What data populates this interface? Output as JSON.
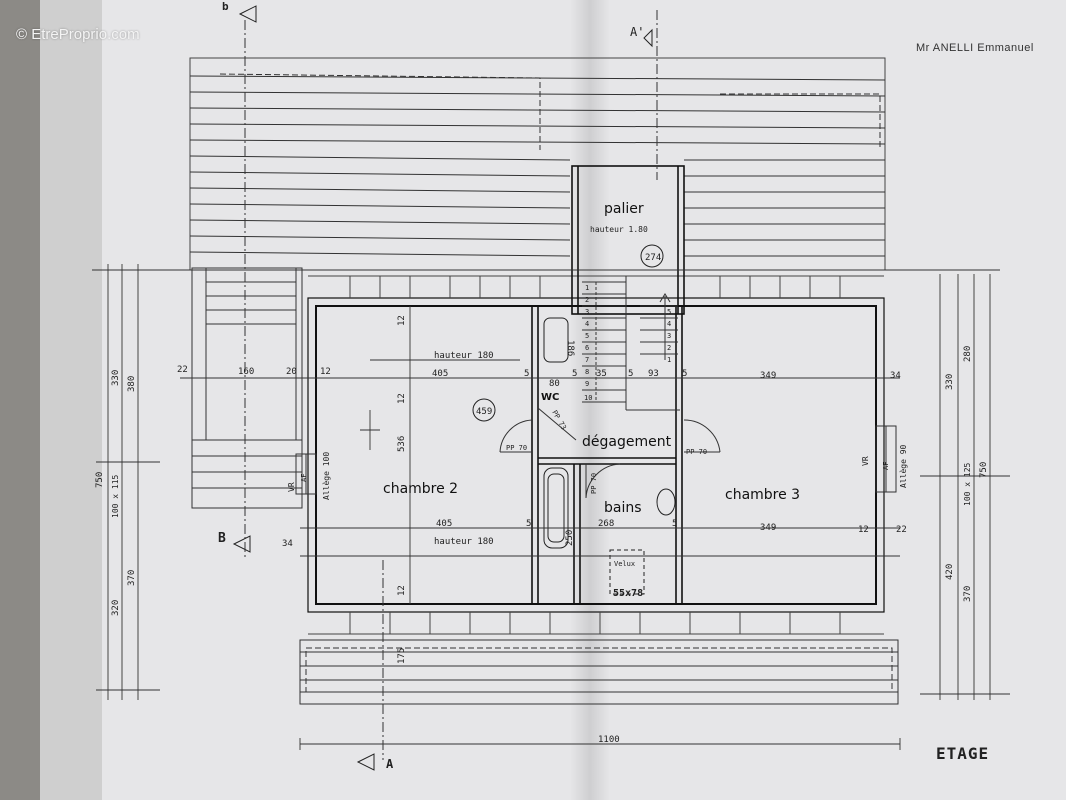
{
  "watermark": "© EtreProprio.com",
  "owner": "Mr ANELLI Emmanuel",
  "sheet_title": "ETAGE",
  "section_marks": {
    "a_prime": "A'",
    "a": "A",
    "b": "B",
    "b_top": "b"
  },
  "rooms": {
    "palier": "palier",
    "chambre2": "chambre 2",
    "chambre3": "chambre 3",
    "degagement": "dégagement",
    "bains": "bains",
    "wc": "WC"
  },
  "notes": {
    "hauteur_palier": "hauteur 1.80",
    "hauteur_180_top": "hauteur 180",
    "hauteur_180_bottom": "hauteur 180",
    "allege_100": "Allège 100",
    "allege_90": "Allège 90",
    "velux": "Velux",
    "velux_size": "55x78",
    "vr": "VR",
    "af": "AF",
    "pp70": "PP 70",
    "pp73": "PP 73"
  },
  "circles": {
    "c274": "274",
    "c459": "459"
  },
  "dims": {
    "d405a": "405",
    "d405b": "405",
    "d349a": "349",
    "d349b": "349",
    "d268": "268",
    "d536": "536",
    "d250": "250",
    "d186": "186",
    "d160": "160",
    "d22a": "22",
    "d22b": "22",
    "d20": "20",
    "d12a": "12",
    "d12b": "12",
    "d12c": "12",
    "d12d": "12",
    "d12e": "12",
    "d5a": "5",
    "d5b": "5",
    "d5c": "5",
    "d5d": "5",
    "d5e": "5",
    "d5f": "5",
    "d34a": "34",
    "d34b": "34",
    "d35": "35",
    "d93": "93",
    "d80": "80",
    "d175": "175",
    "d1100": "1100",
    "left750": "750",
    "left330": "330",
    "left380": "380",
    "left100x115": "100 x 115",
    "left320": "320",
    "left370": "370",
    "right330": "330",
    "right280": "280",
    "right750": "750",
    "right100x125": "100 x 125",
    "right420": "420",
    "right370": "370"
  },
  "stair_numbers": [
    "1",
    "2",
    "3",
    "4",
    "5",
    "6",
    "7",
    "8",
    "9",
    "10"
  ],
  "stair_numbers_right": [
    "5",
    "4",
    "3",
    "2",
    "1"
  ]
}
